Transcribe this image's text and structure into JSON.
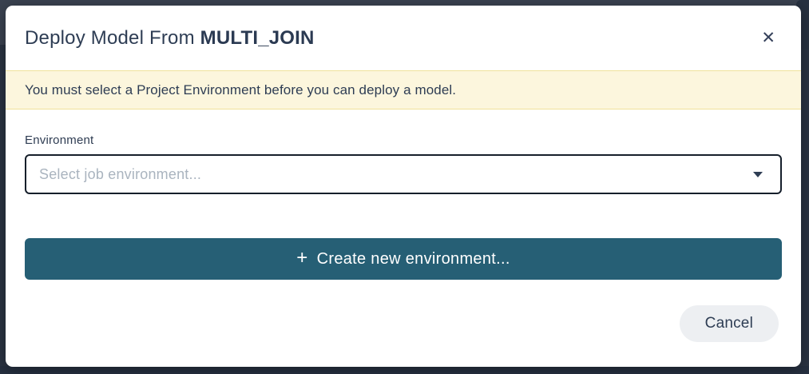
{
  "dialog": {
    "title_prefix": "Deploy Model From ",
    "title_model": "MULTI_JOIN",
    "close_icon": "✕",
    "warning_text": "You must select a Project Environment before you can deploy a model.",
    "environment": {
      "label": "Environment",
      "placeholder": "Select job environment..."
    },
    "create_button": {
      "plus_icon": "+",
      "label": "Create new environment..."
    },
    "cancel_label": "Cancel",
    "colors": {
      "accent_teal": "#265f75",
      "warning_bg": "#fcf6dd",
      "warning_border": "#f0e29b",
      "text_dark": "#2e3d54",
      "placeholder_gray": "#aab4bf",
      "select_border": "#161f2b",
      "cancel_bg": "#edeff2",
      "modal_bg": "#ffffff",
      "backdrop": "#2a3342"
    }
  }
}
